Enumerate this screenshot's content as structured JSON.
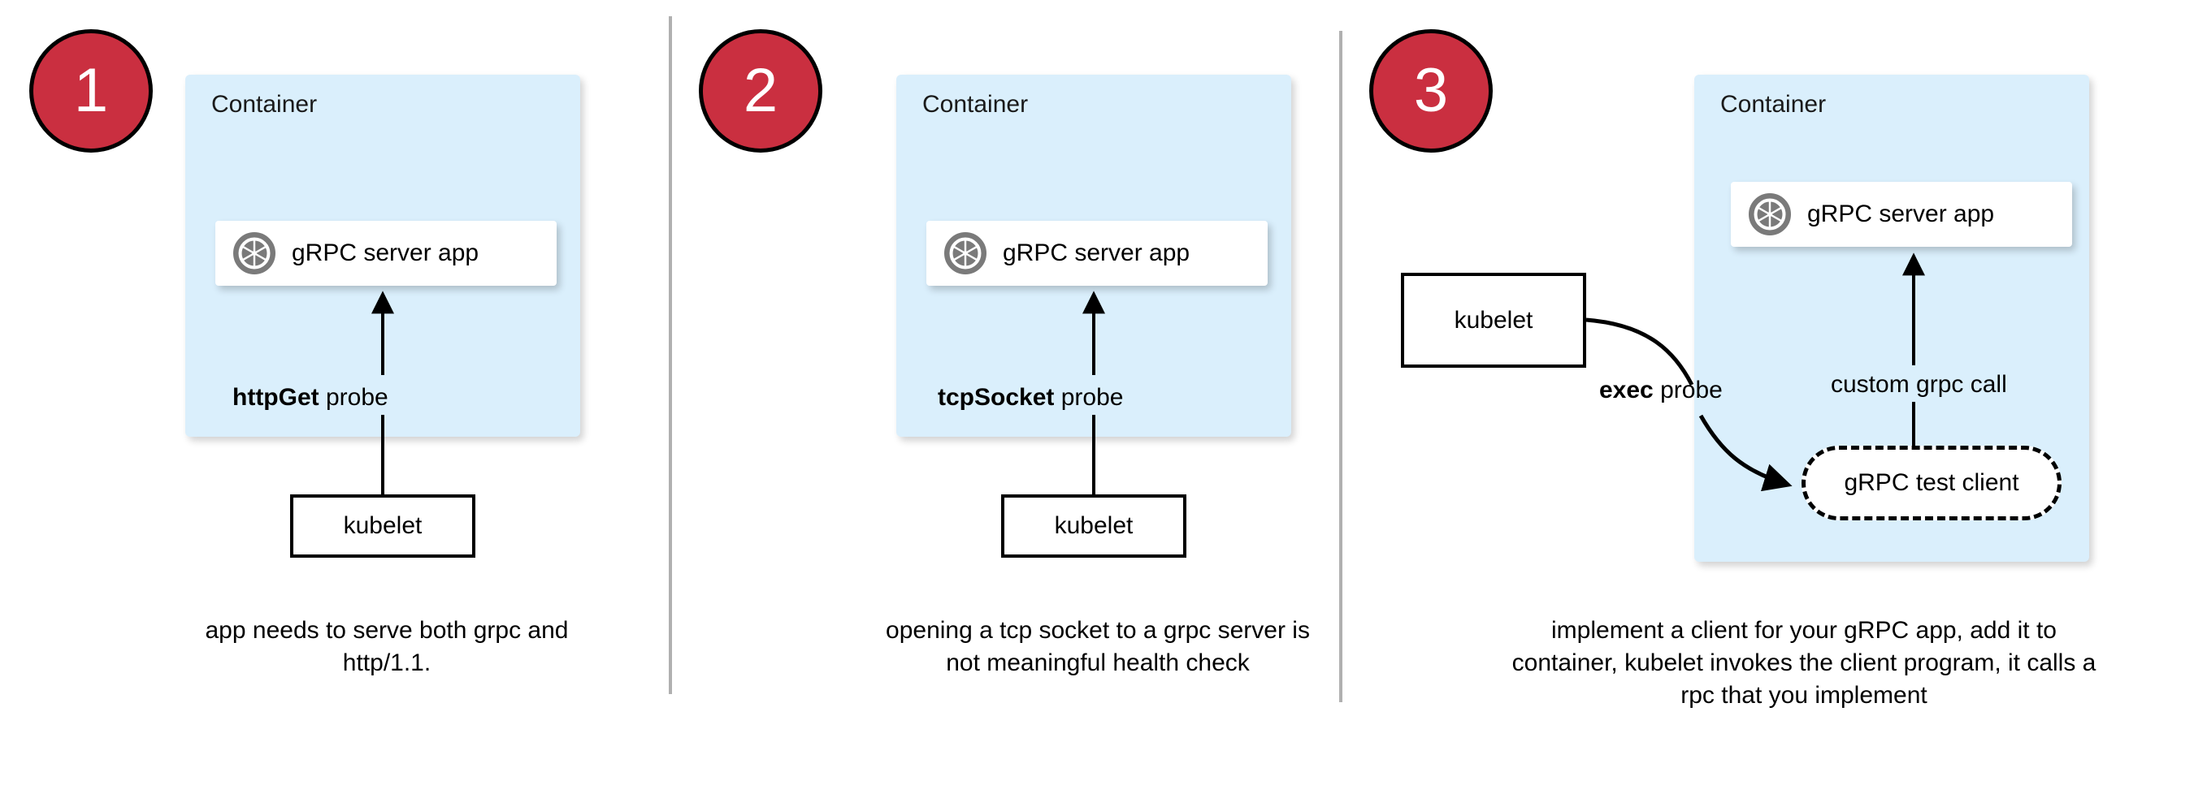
{
  "diagram": {
    "title": "gRPC health probe approaches in Kubernetes",
    "colors": {
      "badge_fill": "#ca2f40",
      "badge_text": "#ffffff",
      "container_fill": "#daeffc",
      "card_fill": "#ffffff",
      "stroke": "#000000",
      "divider": "#b0b0b0",
      "grpc_icon": "#7a7a7a"
    }
  },
  "panels": [
    {
      "badge": "1",
      "container_label": "Container",
      "app_label": "gRPC server app",
      "app_icon": "grpc-aperture-icon",
      "probe_strong": "httpGet",
      "probe_rest": " probe",
      "kubelet_label": "kubelet",
      "caption": "app needs to serve both grpc and http/1.1."
    },
    {
      "badge": "2",
      "container_label": "Container",
      "app_label": "gRPC server app",
      "app_icon": "grpc-aperture-icon",
      "probe_strong": "tcpSocket",
      "probe_rest": " probe",
      "kubelet_label": "kubelet",
      "caption": "opening a tcp socket to a grpc server is not meaningful health check"
    },
    {
      "badge": "3",
      "container_label": "Container",
      "app_label": "gRPC server app",
      "app_icon": "grpc-aperture-icon",
      "probe_strong": "exec",
      "probe_rest": " probe",
      "kubelet_label": "kubelet",
      "test_client_label": "gRPC test client",
      "custom_call_label": "custom grpc call",
      "caption": "implement a client for your gRPC app, add it to container, kubelet invokes the client program, it calls a rpc that you implement"
    }
  ]
}
